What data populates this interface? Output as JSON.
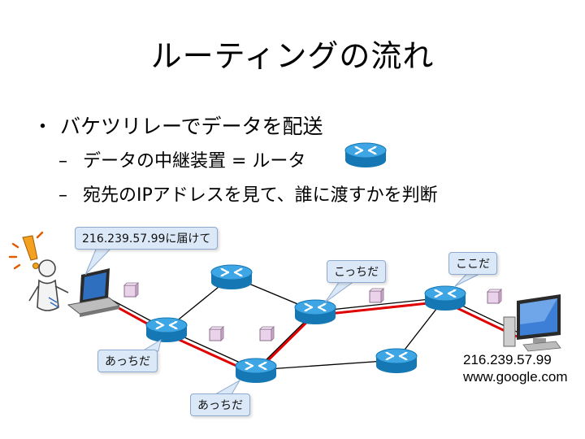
{
  "slide": {
    "title": "ルーティングの流れ",
    "bullet_main": "バケツリレーでデータを配送",
    "bullet_sub1": "データの中継装置 = ルータ",
    "bullet_sub2": "宛先のIPアドレスを見て、誰に渡すかを判断",
    "bullet_mark": "・",
    "sub_mark": "–"
  },
  "callouts": {
    "sender": "216.239.57.99に届けて",
    "router_a": "あっちだ",
    "router_b": "あっちだ",
    "router_c": "こっちだ",
    "router_d": "ここだ"
  },
  "destination": {
    "ip": "216.239.57.99",
    "host": "www.google.com"
  },
  "colors": {
    "router_body": "#1f8fd1",
    "router_top": "#58b9ec",
    "link_line": "#000000",
    "route_line": "#e00000",
    "packet": "#e8d0e8",
    "callout_fill": "#dbe8f7"
  }
}
